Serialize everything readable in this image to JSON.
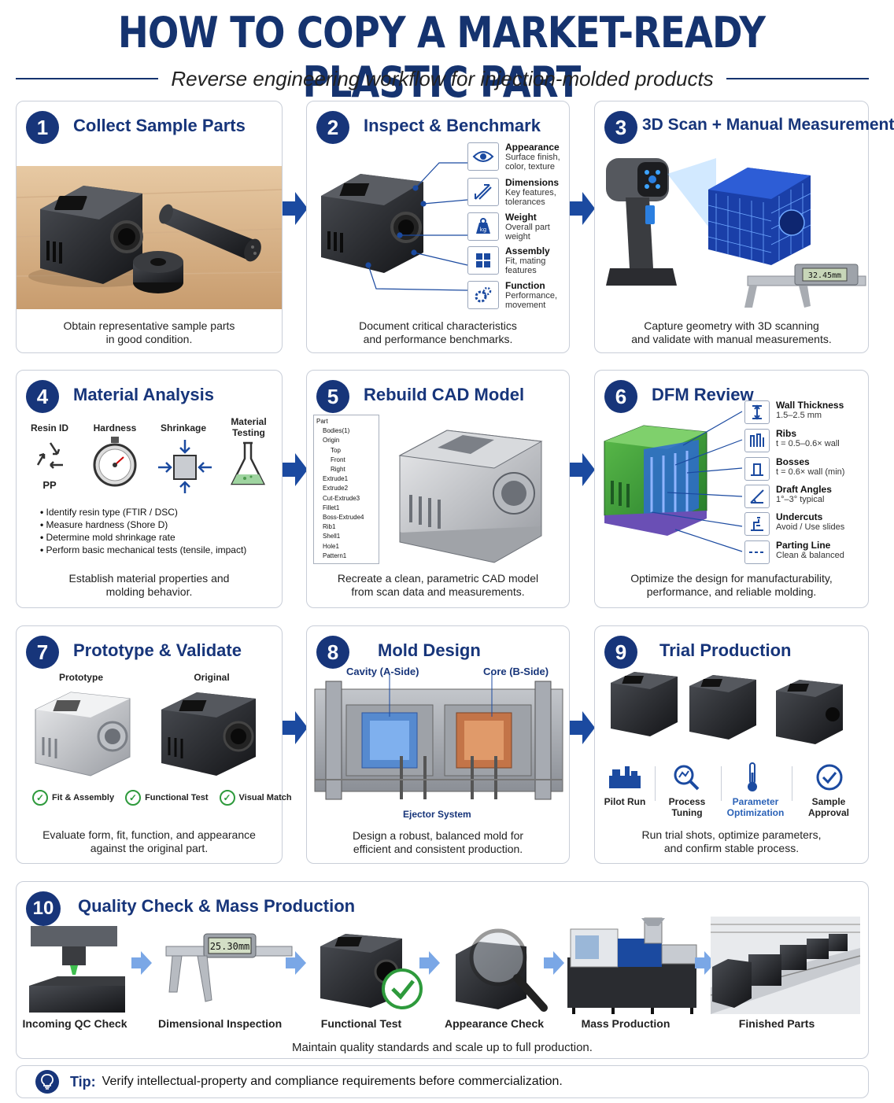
{
  "header": {
    "title": "HOW TO COPY A MARKET-READY PLASTIC PART",
    "subtitle": "Reverse engineering workflow for injection-molded products"
  },
  "steps": [
    {
      "num": "1",
      "title": "Collect Sample Parts",
      "caption1": "Obtain representative sample parts",
      "caption2": "in good condition."
    },
    {
      "num": "2",
      "title": "Inspect & Benchmark",
      "caption1": "Document critical characteristics",
      "caption2": "and performance benchmarks.",
      "features": [
        {
          "name": "Appearance",
          "desc": "Surface finish, color, texture"
        },
        {
          "name": "Dimensions",
          "desc": "Key features, tolerances"
        },
        {
          "name": "Weight",
          "desc": "Overall part weight"
        },
        {
          "name": "Assembly",
          "desc": "Fit, mating features"
        },
        {
          "name": "Function",
          "desc": "Performance, movement"
        }
      ]
    },
    {
      "num": "3",
      "title": "3D Scan + Manual Measurement",
      "caption1": "Capture geometry with 3D scanning",
      "caption2": "and validate with manual measurements.",
      "caliper_reading": "32.45mm"
    },
    {
      "num": "4",
      "title": "Material Analysis",
      "caption1": "Establish material properties and",
      "caption2": "molding behavior.",
      "tests": [
        "Resin ID",
        "Hardness",
        "Shrinkage",
        "Material Testing"
      ],
      "resin_code": "PP",
      "bullets": [
        "Identify resin type (FTIR / DSC)",
        "Measure hardness (Shore D)",
        "Determine mold shrinkage rate",
        "Perform basic mechanical tests (tensile, impact)"
      ]
    },
    {
      "num": "5",
      "title": "Rebuild CAD Model",
      "caption1": "Recreate a clean, parametric CAD model",
      "caption2": "from scan data and measurements.",
      "tree": [
        "Part",
        "Bodies(1)",
        "Origin",
        "Top",
        "Front",
        "Right",
        "Extrude1",
        "Extrude2",
        "Cut-Extrude3",
        "Fillet1",
        "Boss-Extrude4",
        "Rib1",
        "Shell1",
        "Hole1",
        "Pattern1"
      ]
    },
    {
      "num": "6",
      "title": "DFM Review",
      "caption1": "Optimize the design for manufacturability,",
      "caption2": "performance, and reliable molding.",
      "features": [
        {
          "name": "Wall Thickness",
          "desc": "1.5–2.5 mm"
        },
        {
          "name": "Ribs",
          "desc": "t = 0.5–0.6× wall"
        },
        {
          "name": "Bosses",
          "desc": "t = 0.6× wall (min)"
        },
        {
          "name": "Draft Angles",
          "desc": "1°–3° typical"
        },
        {
          "name": "Undercuts",
          "desc": "Avoid / Use slides"
        },
        {
          "name": "Parting Line",
          "desc": "Clean & balanced"
        }
      ]
    },
    {
      "num": "7",
      "title": "Prototype & Validate",
      "caption1": "Evaluate form, fit, function, and appearance",
      "caption2": "against the original part.",
      "labels": [
        "Prototype",
        "Original"
      ],
      "checks": [
        "Fit & Assembly",
        "Functional Test",
        "Visual Match"
      ]
    },
    {
      "num": "8",
      "title": "Mold Design",
      "caption1": "Design a robust, balanced mold for",
      "caption2": "efficient and consistent production.",
      "labels": [
        "Cavity (A-Side)",
        "Core (B-Side)",
        "Ejector System"
      ]
    },
    {
      "num": "9",
      "title": "Trial Production",
      "caption1": "Run trial shots, optimize parameters,",
      "caption2": "and confirm stable process.",
      "tools": [
        "Pilot Run",
        "Process Tuning",
        "Parameter Optimization",
        "Sample Approval"
      ]
    },
    {
      "num": "10",
      "title": "Quality Check & Mass Production",
      "caption1": "Maintain quality standards and scale up to full production.",
      "stages": [
        "Incoming QC Check",
        "Dimensional Inspection",
        "Functional Test",
        "Appearance Check",
        "Mass Production",
        "Finished Parts"
      ],
      "caliper_reading": "25.30mm"
    }
  ],
  "tip": {
    "label": "Tip:",
    "text": "Verify intellectual-property and compliance requirements before commercialization."
  },
  "colors": {
    "navy": "#17357a",
    "green": "#2e9a3c",
    "blue": "#2b62b7"
  }
}
